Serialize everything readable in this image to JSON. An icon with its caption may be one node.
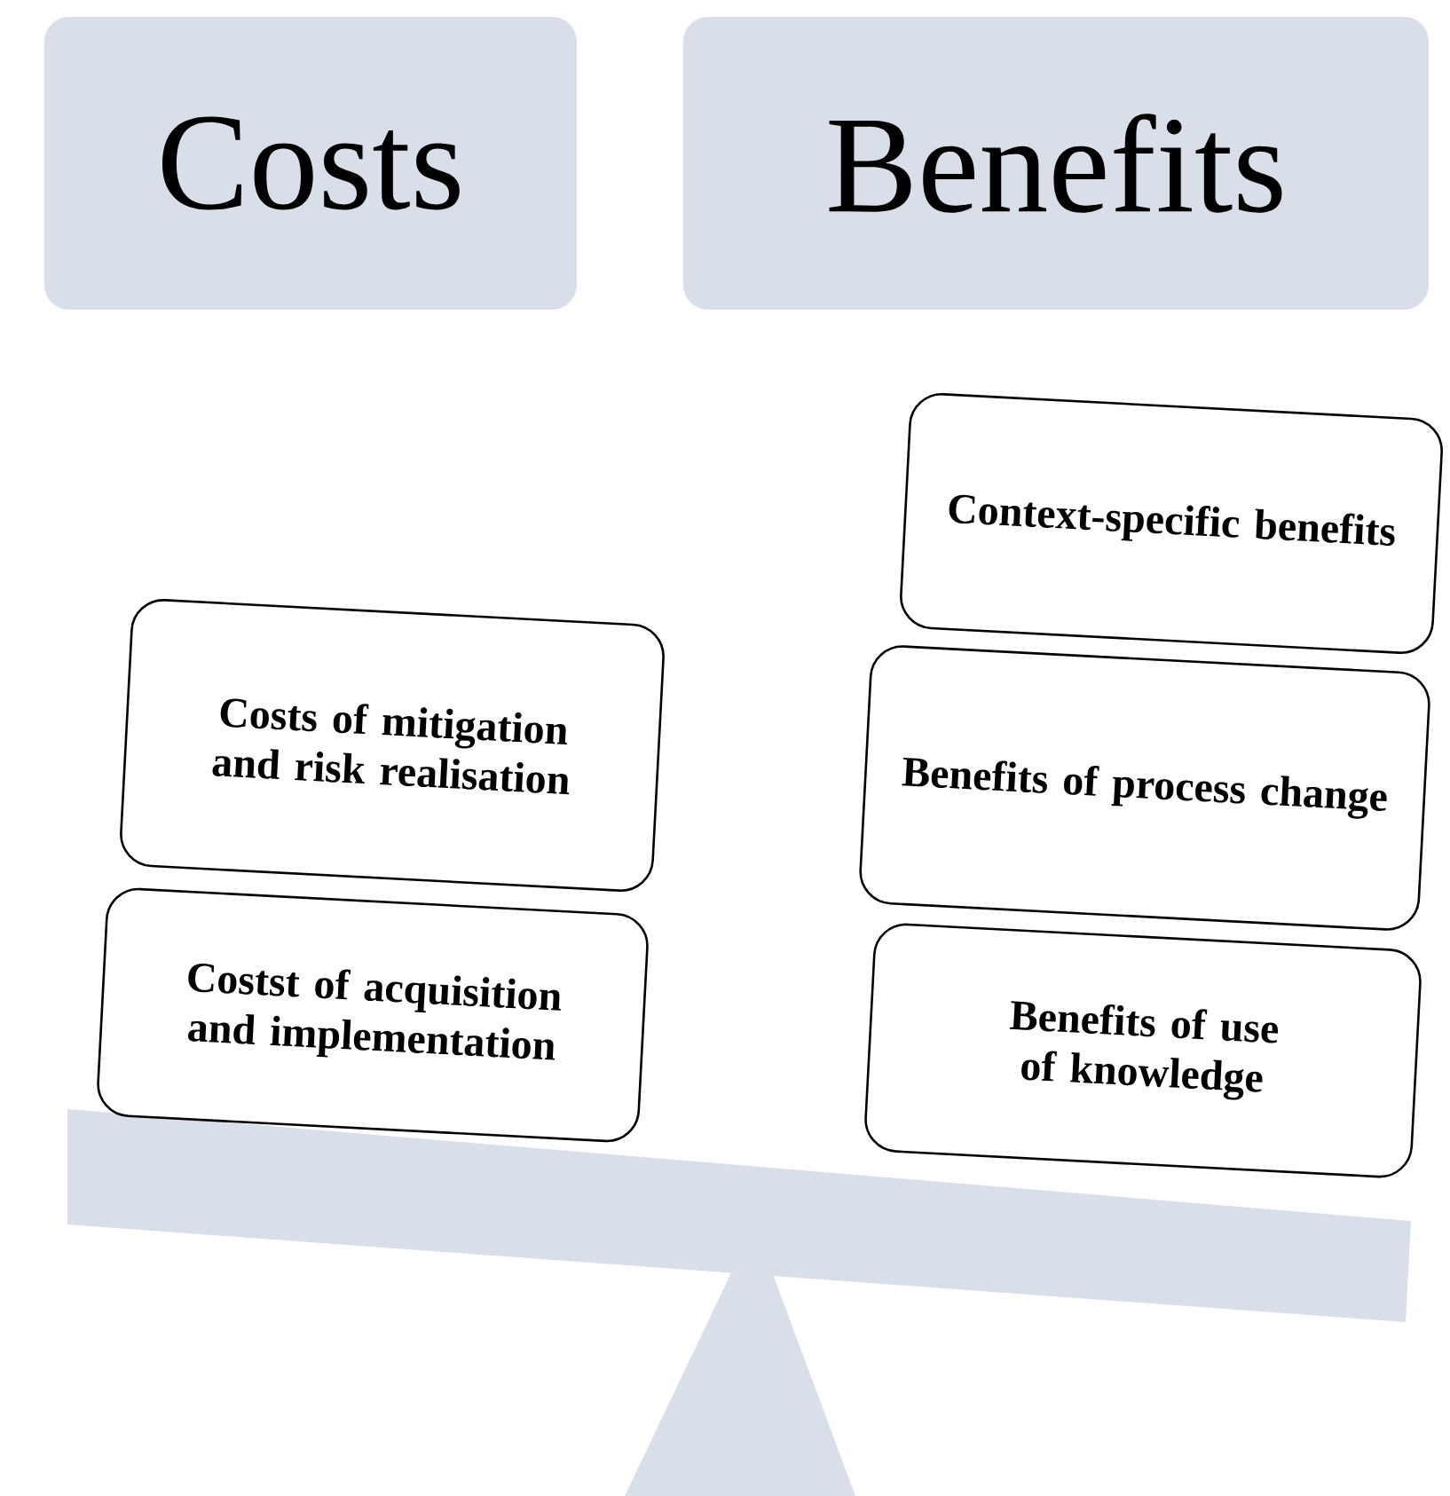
{
  "diagram": {
    "nodes": [
      {
        "text": [
          "Costs"
        ]
      },
      {
        "text": [
          "Benefits"
        ]
      },
      {
        "text": [
          "Costs of mitigation and risk realisation"
        ]
      },
      {
        "text": [
          "Costst of acquisition and implementation"
        ]
      },
      {
        "text": [
          "Context-specific benefits"
        ]
      },
      {
        "text": [
          "Benefits of process change"
        ]
      },
      {
        "text": [
          "Benefits of use of knowledge"
        ]
      }
    ]
  }
}
